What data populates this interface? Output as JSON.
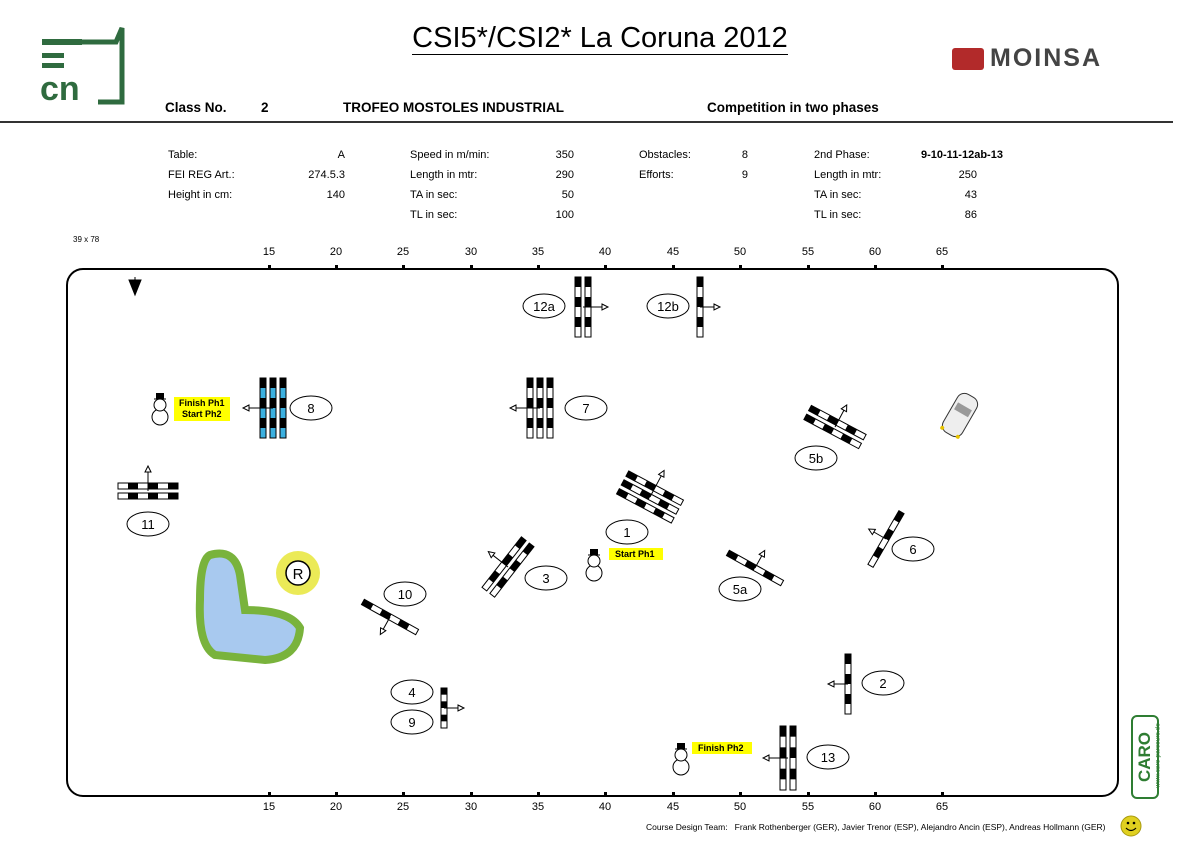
{
  "header": {
    "title": "CSI5*/CSI2* La Coruna 2012",
    "class_label": "Class No.",
    "class_number": "2",
    "class_name": "TROFEO MOSTOLES INDUSTRIAL",
    "competition_type": "Competition in two phases",
    "left_logo": "cn",
    "sponsor_logo": "MOINSA"
  },
  "info": {
    "col1": [
      {
        "label": "Table:",
        "value": "A"
      },
      {
        "label": "FEI REG Art.:",
        "value": "274.5.3"
      },
      {
        "label": "Height in cm:",
        "value": "140"
      }
    ],
    "col2": [
      {
        "label": "Speed in m/min:",
        "value": "350"
      },
      {
        "label": "Length in mtr:",
        "value": "290"
      },
      {
        "label": "TA in sec:",
        "value": "50"
      },
      {
        "label": "TL in sec:",
        "value": "100"
      }
    ],
    "col3": [
      {
        "label": "Obstacles:",
        "value": "8"
      },
      {
        "label": "Efforts:",
        "value": "9"
      }
    ],
    "col4": [
      {
        "label": "2nd Phase:",
        "value": "9-10-11-12ab-13"
      },
      {
        "label": "Length in mtr:",
        "value": "250"
      },
      {
        "label": "TA in sec:",
        "value": "43"
      },
      {
        "label": "TL in sec:",
        "value": "86"
      }
    ]
  },
  "arena": {
    "size": "39 x 78",
    "ticks": [
      "15",
      "20",
      "25",
      "30",
      "35",
      "40",
      "45",
      "50",
      "55",
      "60",
      "65"
    ],
    "fences": [
      "12a",
      "12b",
      "7",
      "8",
      "11",
      "1",
      "5b",
      "3",
      "5a",
      "6",
      "10",
      "4",
      "9",
      "2",
      "13"
    ],
    "start_finish": {
      "finish_ph1": "Finish Ph1",
      "start_ph2": "Start Ph2",
      "start_ph1": "Start Ph1",
      "finish_ph2": "Finish Ph2"
    },
    "riders_mark": "R"
  },
  "footer": {
    "team_label": "Course Design Team:",
    "team": "Frank Rothenberger (GER), Javier Trenor (ESP), Alejandro Ancin (ESP), Andreas Hollmann (GER)",
    "caro_logo": "CARO",
    "caro_url": "www.caro-parcours.de"
  }
}
